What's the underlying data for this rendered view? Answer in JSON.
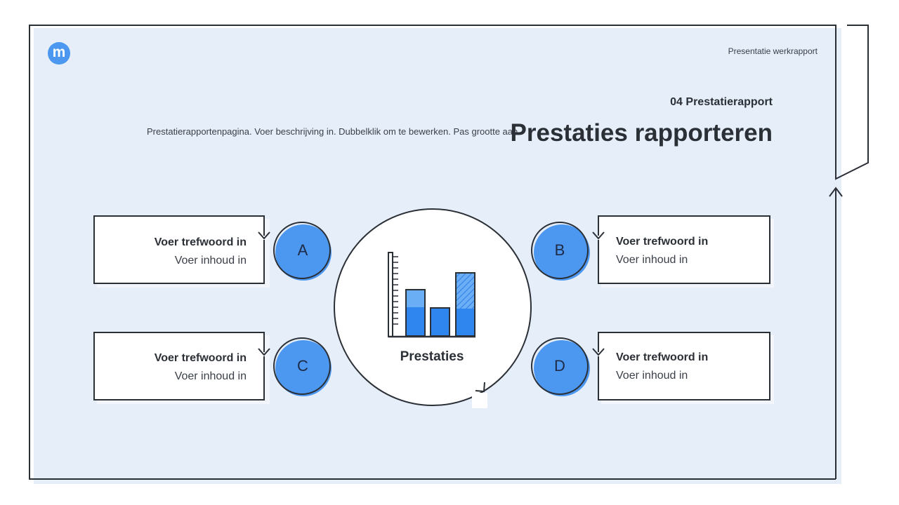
{
  "header": {
    "right_text": "Presentatie werkrapport"
  },
  "section": {
    "label": "04 Prestatierapport",
    "title": "Prestaties rapporteren",
    "description": "Prestatierapportenpagina. Voer beschrijving in. Dubbelklik om te bewerken. Pas grootte aan"
  },
  "center": {
    "label": "Prestaties",
    "icon": "bar-chart-icon"
  },
  "items": [
    {
      "letter": "A",
      "keyword": "Voer trefwoord in",
      "content": "Voer inhoud in"
    },
    {
      "letter": "B",
      "keyword": "Voer trefwoord in",
      "content": "Voer inhoud in"
    },
    {
      "letter": "C",
      "keyword": "Voer trefwoord in",
      "content": "Voer inhoud in"
    },
    {
      "letter": "D",
      "keyword": "Voer trefwoord in",
      "content": "Voer inhoud in"
    }
  ],
  "colors": {
    "background_panel": "#e6eef9",
    "accent_blue": "#4c97f0",
    "outline": "#2b2f36"
  }
}
